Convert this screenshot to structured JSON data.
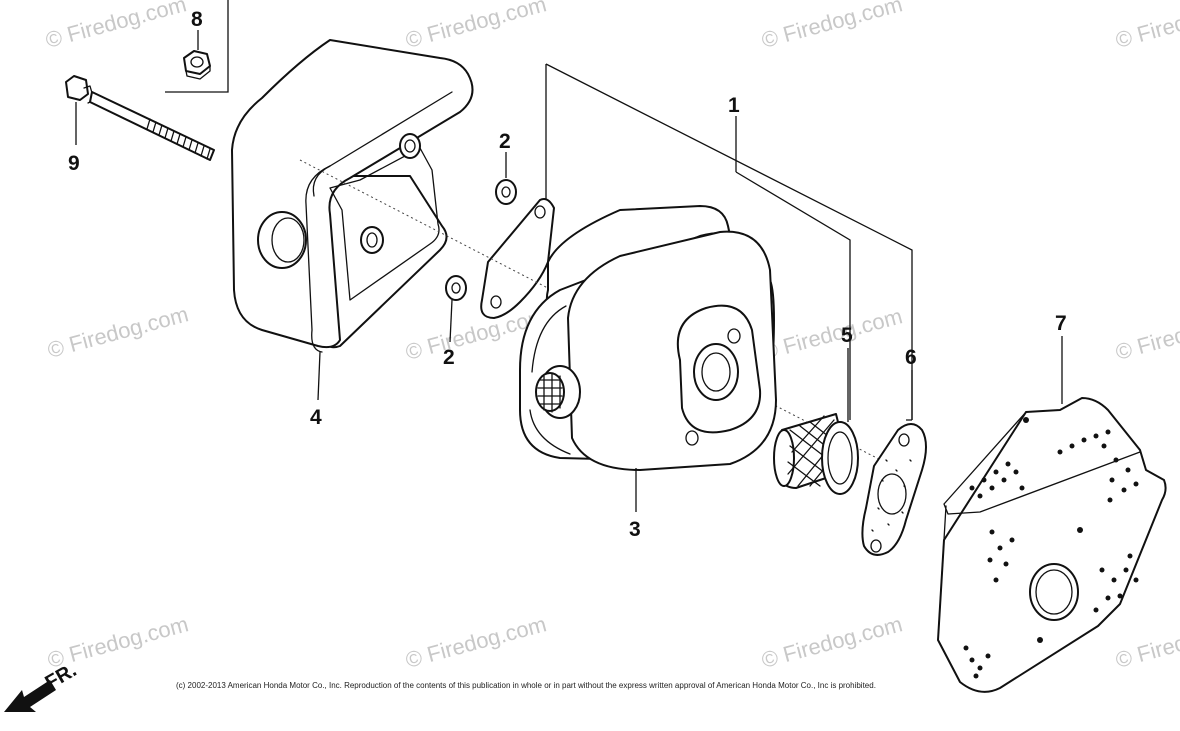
{
  "watermark": "© Firedog.com",
  "callouts": {
    "bolt": "9",
    "nut": "8",
    "muffler_protector": "4",
    "washer_upper": "2",
    "washer_lower": "2",
    "muffler": "3",
    "muffler_assembly": "1",
    "spark_arrester": "5",
    "gasket": "6",
    "heat_shield": "7"
  },
  "direction_label": "FR.",
  "copyright": "(c) 2002-2013 American Honda Motor Co., Inc. Reproduction of the contents of this publication in whole or in part without the express written approval of American Honda Motor Co., Inc is prohibited."
}
